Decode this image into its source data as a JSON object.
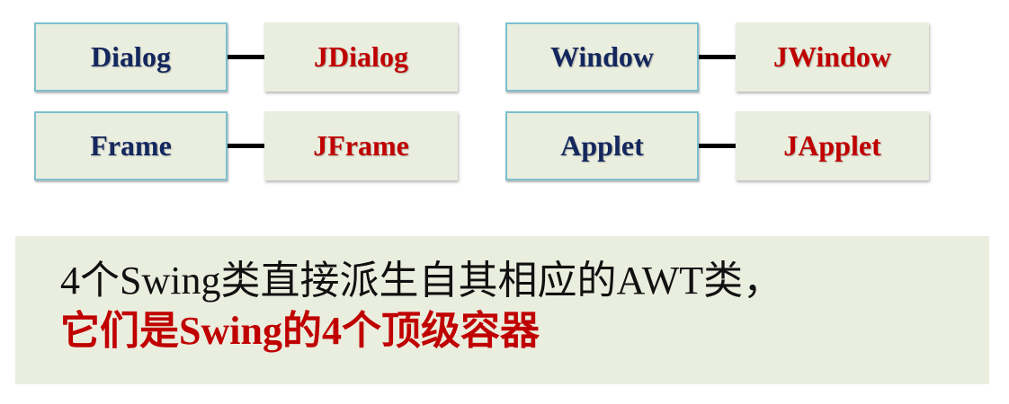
{
  "diagram": {
    "pairs": [
      {
        "awt": "Dialog",
        "swing": "JDialog"
      },
      {
        "awt": "Window",
        "swing": "JWindow"
      },
      {
        "awt": "Frame",
        "swing": "JFrame"
      },
      {
        "awt": "Applet",
        "swing": "JApplet"
      }
    ]
  },
  "banner": {
    "line1": "4个Swing类直接派生自其相应的AWT类，",
    "line2": "它们是Swing的4个顶级容器"
  },
  "colors": {
    "box_fill": "#eaeedf",
    "awt_text": "#14275e",
    "swing_text": "#c00000",
    "awt_border": "#7cc0cf"
  }
}
